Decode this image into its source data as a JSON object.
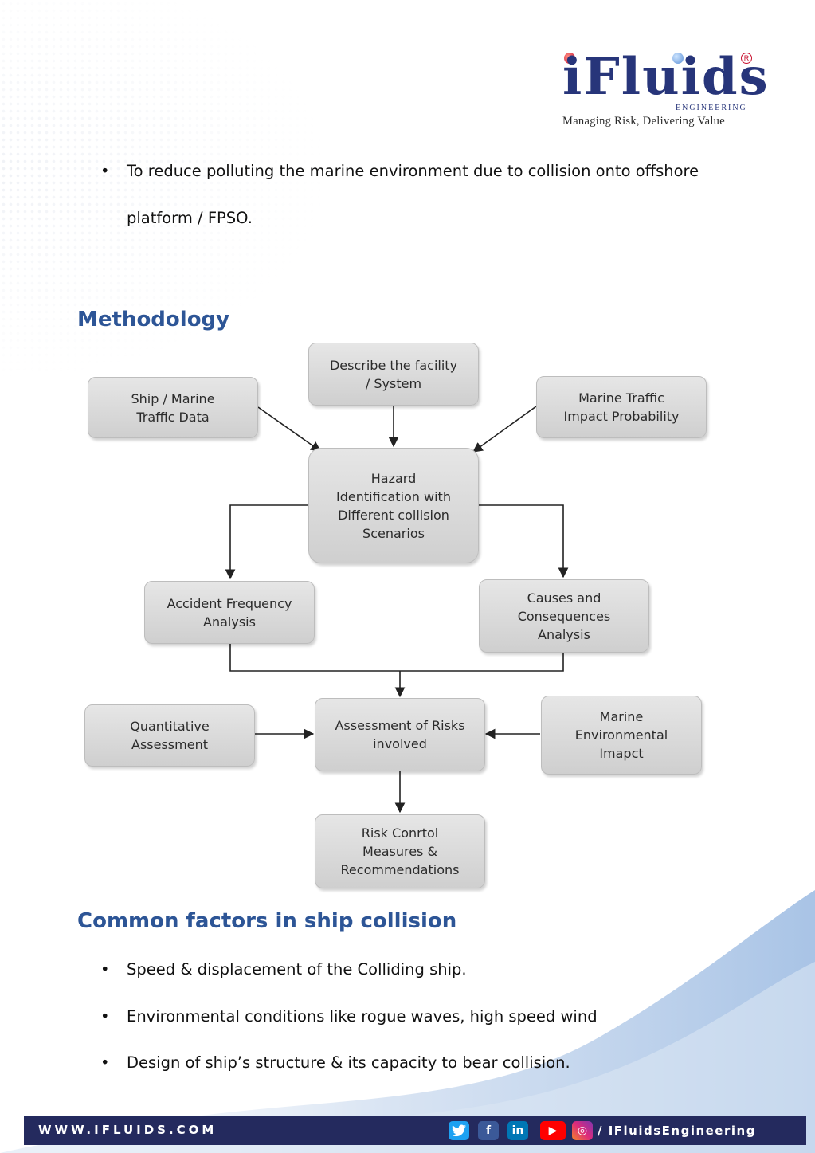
{
  "logo": {
    "brand": "iFluids",
    "sub": "ENGINEERING",
    "tagline": "Managing Risk, Delivering Value",
    "reg": "R",
    "colors": {
      "brand_blue": "#27357a",
      "brand_red": "#c8102e"
    }
  },
  "intro_bullets": [
    {
      "line1": "To reduce polluting the marine environment due to collision onto offshore",
      "line2": "platform / FPSO."
    }
  ],
  "bullet_char": "•",
  "methodology": {
    "heading": "Methodology",
    "boxes": {
      "ship_data": "Ship / Marine\nTraffic Data",
      "describe": "Describe the facility\n/ System",
      "traffic_impact": "Marine Traffic\nImpact Probability",
      "hazard": "Hazard\nIdentification with\nDifferent collision\nScenarios",
      "accident": "Accident Frequency\nAnalysis",
      "causes": "Causes and\nConsequences\nAnalysis",
      "quantitative": "Quantitative\nAssessment",
      "assessment": "Assessment of Risks\ninvolved",
      "environmental": "Marine\nEnvironmental\nImapct",
      "risk_control": "Risk Conrtol\nMeasures &\nRecommendations"
    }
  },
  "factors": {
    "heading": "Common factors in ship collision",
    "items": [
      "Speed & displacement of the Colliding ship.",
      "Environmental conditions like rogue waves, high speed wind",
      "Design of ship’s structure & its capacity to bear collision."
    ]
  },
  "footer": {
    "url": "WWW.IFLUIDS.COM",
    "handle": "/ IFluidsEngineering",
    "social_icons": [
      "twitter-icon",
      "facebook-icon",
      "linkedin-icon",
      "youtube-icon",
      "instagram-icon"
    ],
    "colors": {
      "bar": "#242a5e"
    }
  }
}
